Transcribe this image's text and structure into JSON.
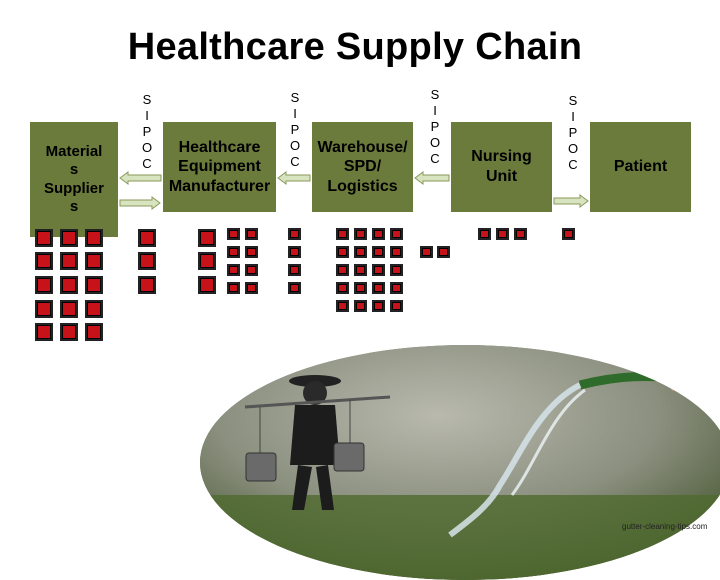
{
  "title": "Healthcare Supply Chain",
  "nodes": [
    {
      "id": "material-supplier",
      "label": "Material\ns\nSupplier\ns"
    },
    {
      "id": "equipment-manufacturer",
      "label": "Healthcare\nEquipment\nManufacturer"
    },
    {
      "id": "warehouse",
      "label": "Warehouse/\nSPD/\nLogistics"
    },
    {
      "id": "nursing-unit",
      "label": "Nursing\nUnit"
    },
    {
      "id": "patient",
      "label": "Patient"
    }
  ],
  "sipoc_label": "S\nI\nP\nO\nC",
  "photo_credit": "gutter-cleaning-tips.com",
  "colors": {
    "box": "#6b7b3b",
    "square": "#c8121a",
    "arrow": "#d8e3bf"
  }
}
